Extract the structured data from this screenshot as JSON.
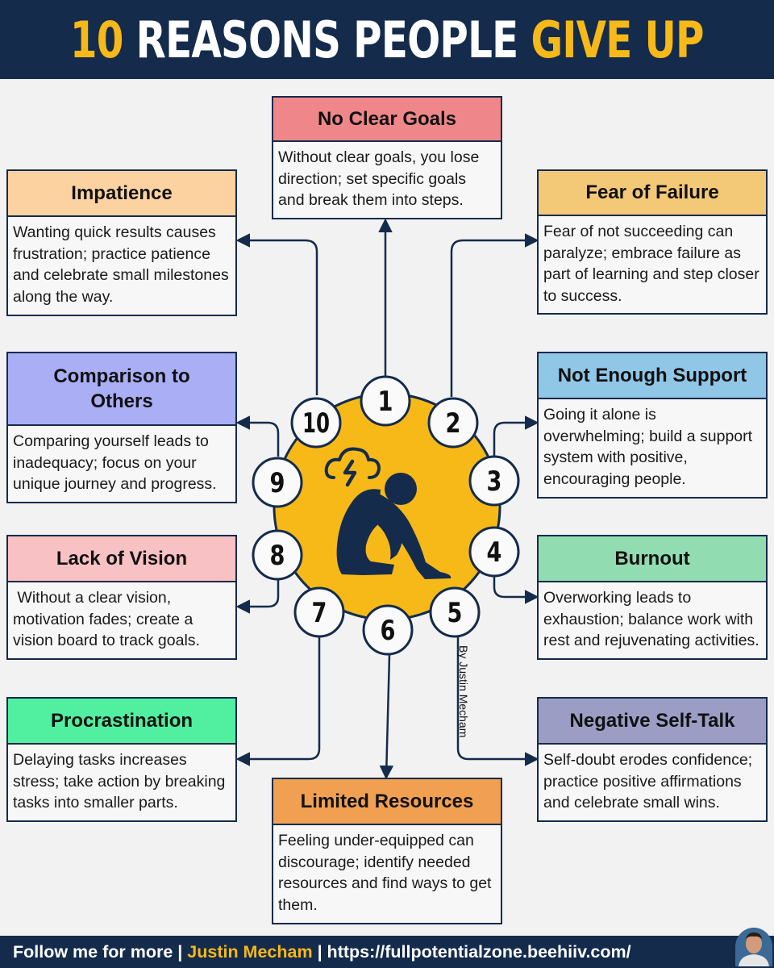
{
  "header": {
    "number": "10",
    "middle": "REASONS PEOPLE",
    "highlight": "GIVE UP"
  },
  "colors": {
    "navy": "#142b4c",
    "accent": "#f7b918"
  },
  "reasons": [
    {
      "n": "1",
      "title": "No Clear Goals",
      "text": "Without clear goals, you lose direction; set specific goals and break them into steps.",
      "color": "#ef878a"
    },
    {
      "n": "2",
      "title": "Fear of Failure",
      "text": "Fear of not succeeding can paralyze; embrace failure as part of learning and step closer to success.",
      "color": "#f3c877"
    },
    {
      "n": "3",
      "title": "Not Enough Support",
      "text": "Going it alone is overwhelming; build a support system with positive, encouraging people.",
      "color": "#90c6e6"
    },
    {
      "n": "4",
      "title": "Burnout",
      "text": "Overworking leads to exhaustion; balance work with rest and rejuvenating activities.",
      "color": "#92dcb2"
    },
    {
      "n": "5",
      "title": "Negative Self-Talk",
      "text": "Self-doubt erodes confidence; practice positive affirmations and celebrate small wins.",
      "color": "#9c9dc5"
    },
    {
      "n": "6",
      "title": "Limited Resources",
      "text": "Feeling under-equipped can discourage; identify needed resources and find ways to get them.",
      "color": "#f1a052"
    },
    {
      "n": "7",
      "title": "Procrastination",
      "text": "Delaying tasks increases stress; take action by breaking tasks into smaller parts.",
      "color": "#50f0a0"
    },
    {
      "n": "8",
      "title": "Lack of Vision",
      "text": " Without a clear vision, motivation fades; create a vision board to track goals.",
      "color": "#f8c1c4"
    },
    {
      "n": "9",
      "title": "Comparison to Others",
      "text": "Comparing yourself leads to inadequacy; focus on your unique journey and progress.",
      "color": "#a9aef5"
    },
    {
      "n": "10",
      "title": "Impatience",
      "text": "Wanting quick results causes frustration; practice patience and celebrate small milestones along the way.",
      "color": "#fbd2a0"
    }
  ],
  "credit": "By Justin Mecham",
  "footer": {
    "prefix": "Follow me for more | ",
    "name": "Justin Mecham",
    "suffix": " | https://fullpotentialzone.beehiiv.com/"
  },
  "icons": [
    "cloud-lightning-icon",
    "sad-person-sitting-icon",
    "avatar"
  ]
}
